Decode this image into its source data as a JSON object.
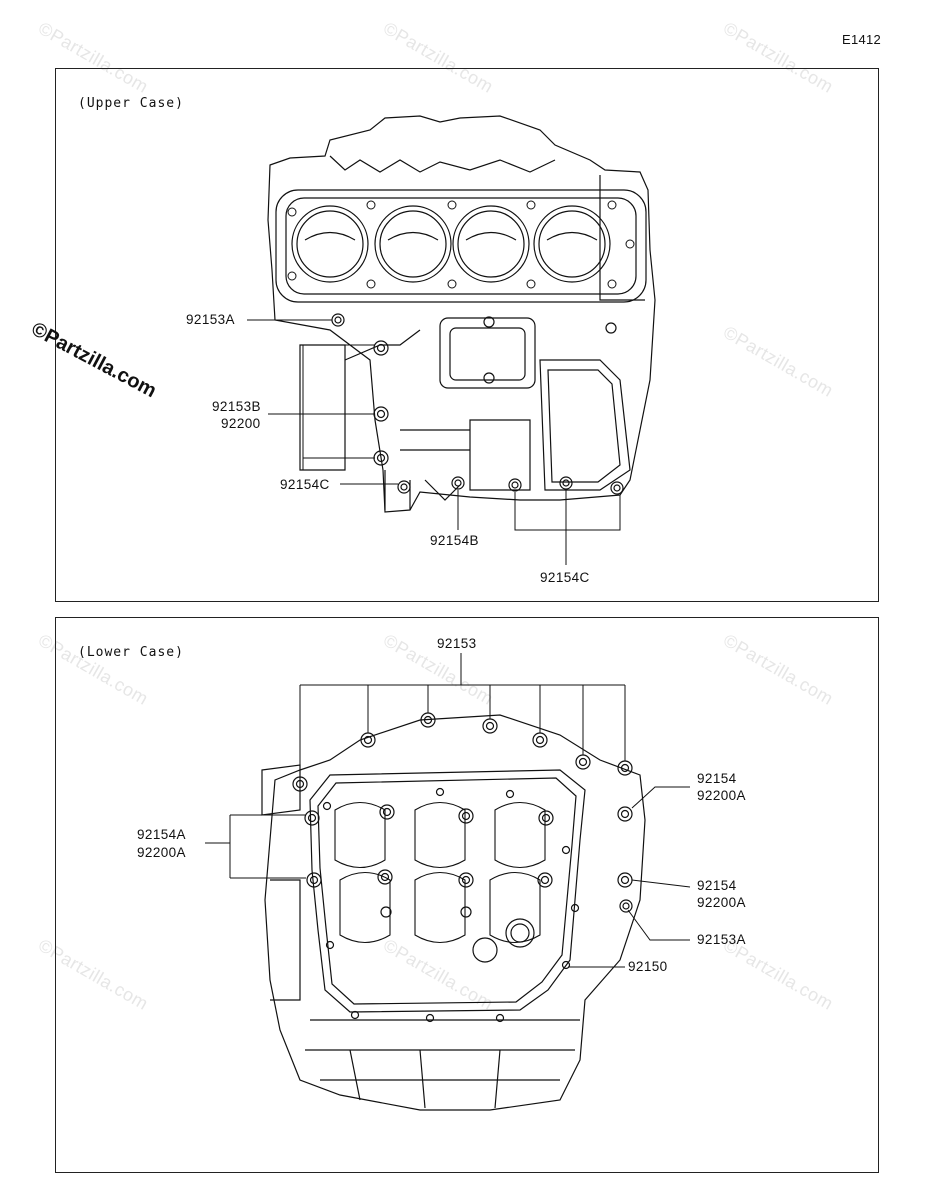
{
  "page_code": "E1412",
  "logo_text": "©Partzilla.com",
  "watermark_text": "©Partzilla.com",
  "upper": {
    "title": "(Upper Case)",
    "labels": {
      "l1": "92153A",
      "l2a": "92153B",
      "l2b": "92200",
      "l3": "92154C",
      "l4": "92154B",
      "l5": "92154C"
    }
  },
  "lower": {
    "title": "(Lower Case)",
    "labels": {
      "top": "92153",
      "r1a": "92154",
      "r1b": "92200A",
      "left_a": "92154A",
      "left_b": "92200A",
      "r2a": "92154",
      "r2b": "92200A",
      "r3": "92153A",
      "r4": "92150"
    }
  }
}
